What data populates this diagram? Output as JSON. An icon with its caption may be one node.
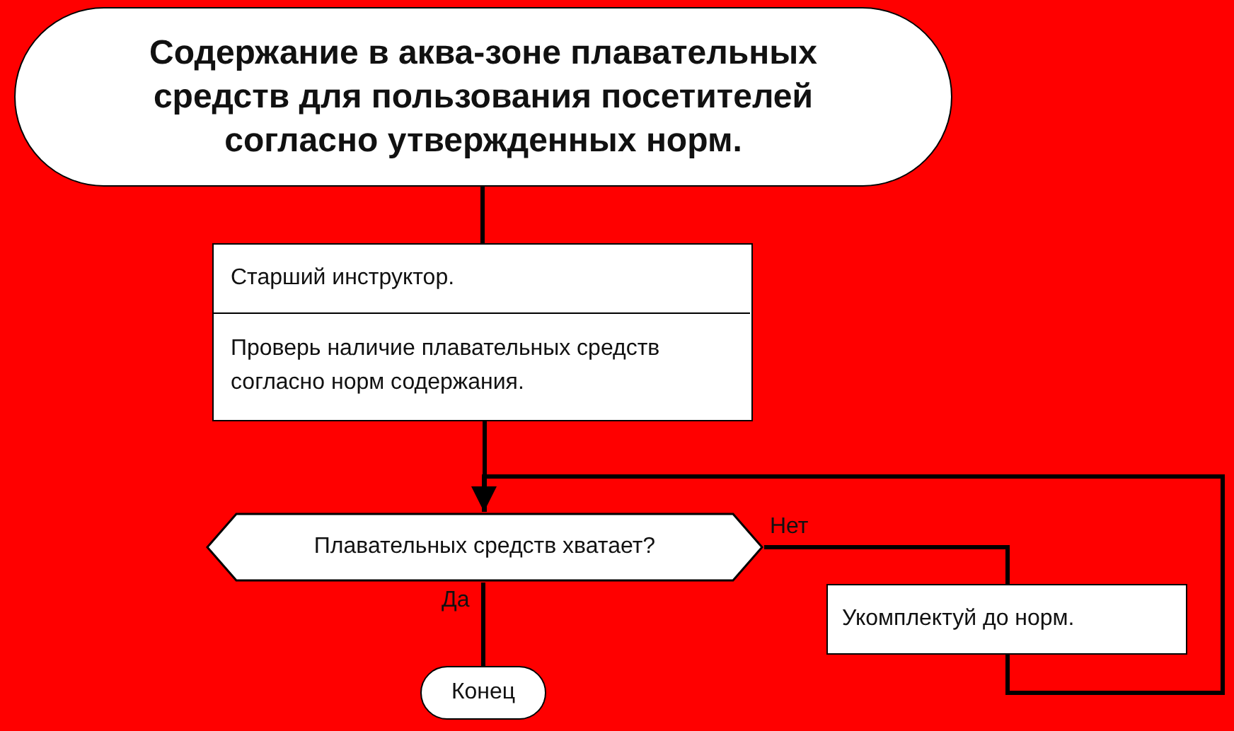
{
  "diagram": {
    "nodes": [
      {
        "text": [
          "Содержание в аква-зоне плавательных средств для пользования посетителей согласно утвержденных норм."
        ]
      },
      {
        "text": [
          "Старший инструктор.",
          "Проверь наличие плавательных средств согласно норм содержания."
        ]
      },
      {
        "text": [
          "Плавательных средств хватает?"
        ]
      },
      {
        "text": [
          "Укомплектуй до норм."
        ]
      },
      {
        "text": [
          "Конец"
        ]
      }
    ],
    "edges": [
      {
        "from": 0,
        "to": 1,
        "arrow": "none"
      },
      {
        "from": 1,
        "to": 2,
        "arrow": "none"
      },
      {
        "from": 2,
        "to": 3,
        "arrow": "none",
        "label": "Нет"
      },
      {
        "from": 3,
        "to": 2,
        "arrow": "to"
      },
      {
        "from": 2,
        "to": 4,
        "arrow": "none",
        "label": "Да"
      }
    ]
  }
}
